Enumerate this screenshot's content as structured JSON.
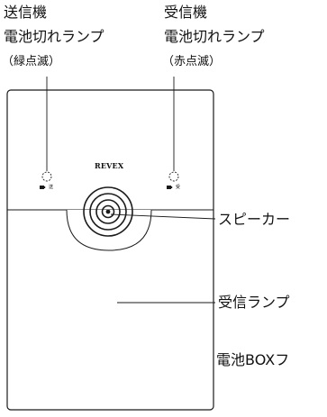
{
  "callouts": {
    "sender_lamp": {
      "line1": "送信機",
      "line2": "電池切れランプ",
      "note": "（緑点滅）"
    },
    "receiver_lamp": {
      "line1": "受信機",
      "line2": "電池切れランプ",
      "note": "（赤点滅）"
    },
    "speaker": "スピーカー",
    "receive_lamp": "受信ランプ",
    "battery_cover": "電池BOXフ"
  },
  "device": {
    "brand": "REVEX",
    "sender_indicator_text": "送",
    "receiver_indicator_text": "受"
  },
  "colors": {
    "line": "#1a1a1a",
    "background": "#ffffff"
  }
}
